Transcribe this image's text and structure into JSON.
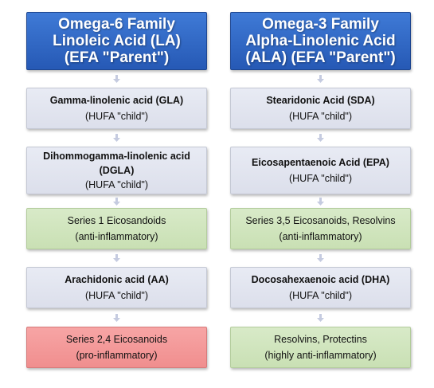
{
  "omega6": {
    "header": [
      "Omega-6 Family",
      "Linoleic Acid (LA)",
      "(EFA \"Parent\")"
    ],
    "steps": [
      {
        "title": "Gamma-linolenic acid (GLA)",
        "sub": "(HUFA \"child\")",
        "kind": "child",
        "bold": true
      },
      {
        "title": "Dihommogamma-linolenic acid (DGLA)",
        "sub": "(HUFA \"child\")",
        "kind": "child",
        "bold": true
      },
      {
        "title": "Series 1 Eicosandoids",
        "sub": "(anti-inflammatory)",
        "kind": "anti",
        "bold": false
      },
      {
        "title": "Arachidonic acid (AA)",
        "sub": "(HUFA \"child\")",
        "kind": "child",
        "bold": true
      },
      {
        "title": "Series 2,4 Eicosanoids",
        "sub": "(pro-inflammatory)",
        "kind": "pro",
        "bold": false
      }
    ]
  },
  "omega3": {
    "header": [
      "Omega-3 Family",
      "Alpha-Linolenic Acid",
      "(ALA) (EFA \"Parent\")"
    ],
    "steps": [
      {
        "title": "Stearidonic Acid (SDA)",
        "sub": "(HUFA \"child\")",
        "kind": "child",
        "bold": true
      },
      {
        "title": "Eicosapentaenoic Acid (EPA)",
        "sub": "(HUFA \"child\")",
        "kind": "child",
        "bold": true
      },
      {
        "title": "Series 3,5 Eicosanoids, Resolvins",
        "sub": "(anti-inflammatory)",
        "kind": "anti",
        "bold": false
      },
      {
        "title": "Docosahexaenoic acid (DHA)",
        "sub": "(HUFA \"child\")",
        "kind": "child",
        "bold": true
      },
      {
        "title": "Resolvins, Protectins",
        "sub": "(highly anti-inflammatory)",
        "kind": "anti",
        "bold": false
      }
    ]
  }
}
